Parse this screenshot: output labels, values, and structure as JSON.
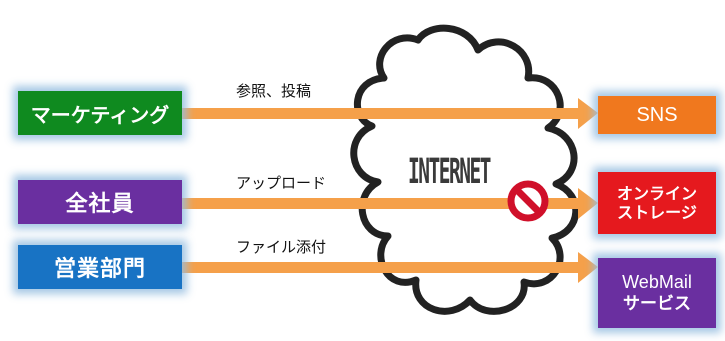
{
  "network": {
    "label": "INTERNET"
  },
  "sources": [
    {
      "label": "マーケティング",
      "color": "#0f8a1f"
    },
    {
      "label": "全社員",
      "color": "#6a2fa0"
    },
    {
      "label": "営業部門",
      "color": "#1873c4"
    }
  ],
  "destinations": [
    {
      "line1": "SNS",
      "line2": "",
      "color": "#f0781e"
    },
    {
      "line1": "オンライン",
      "line2": "ストレージ",
      "color": "#e5191e"
    },
    {
      "line1": "WebMail",
      "line2": "サービス",
      "color": "#6a2fa0"
    }
  ],
  "flows": [
    {
      "label": "参照、投稿",
      "blocked": false
    },
    {
      "label": "アップロード",
      "blocked": true
    },
    {
      "label": "ファイル添付",
      "blocked": false
    }
  ],
  "colors": {
    "arrow": "#f5a04a",
    "block": "#d0102a",
    "cloud_stroke": "#222222"
  }
}
